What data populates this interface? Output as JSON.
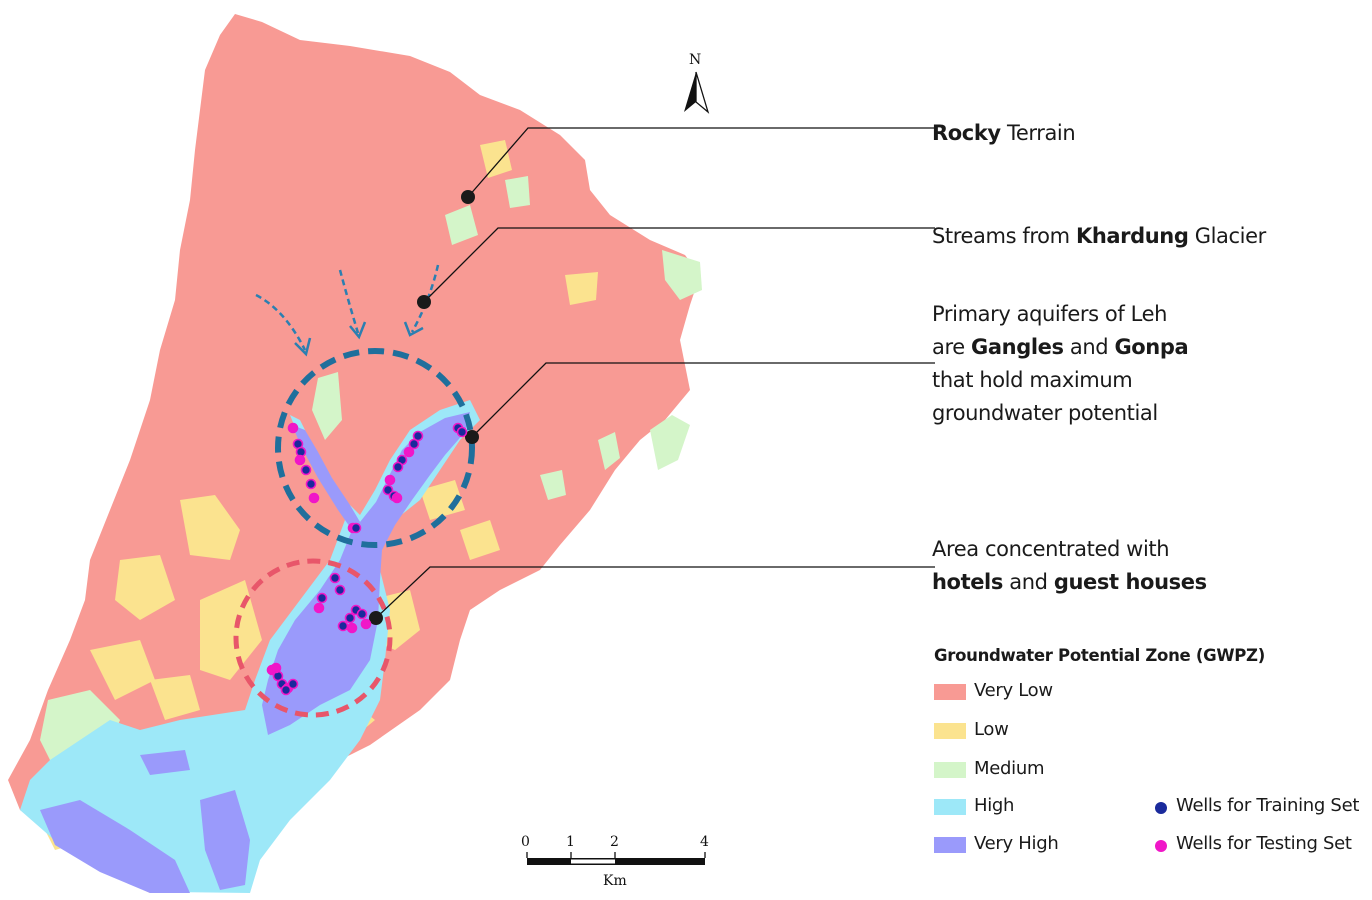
{
  "annotations": {
    "rocky": {
      "bold": "Rocky",
      "rest": " Terrain"
    },
    "streams": {
      "pre": "Streams from ",
      "bold": "Khardung",
      "post": " Glacier"
    },
    "aquifers": {
      "line1": "Primary aquifers of Leh",
      "line2_pre": "are ",
      "line2_bold1": "Gangles",
      "line2_mid": " and ",
      "line2_bold2": "Gonpa",
      "line3": "that hold maximum",
      "line4": "groundwater potential"
    },
    "hotels": {
      "line1": "Area concentrated with",
      "line2_bold1": "hotels",
      "line2_mid": " and ",
      "line2_bold2": "guest houses"
    }
  },
  "legend": {
    "title": "Groundwater Potential Zone (GWPZ)",
    "zones": [
      {
        "label": "Very Low",
        "color": "#f89a94"
      },
      {
        "label": "Low",
        "color": "#fbe38f"
      },
      {
        "label": "Medium",
        "color": "#d4f5c9"
      },
      {
        "label": "High",
        "color": "#9de8f8"
      },
      {
        "label": "Very High",
        "color": "#9a9afb"
      }
    ],
    "wells": [
      {
        "label": "Wells for Training Set",
        "color": "#1a2a9c"
      },
      {
        "label": "Wells for Testing Set",
        "color": "#f017c8"
      }
    ]
  },
  "scale_bar": {
    "ticks": [
      "0",
      "1",
      "2",
      "4"
    ],
    "unit": "Km"
  },
  "north_arrow": {
    "label": "N"
  },
  "colors": {
    "blue_circle": "#1f6f9c",
    "red_circle": "#e8566a",
    "stream_arrow": "#2b7fb1"
  }
}
